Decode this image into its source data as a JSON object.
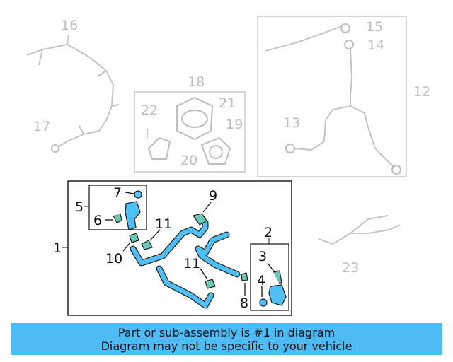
{
  "colors": {
    "hose": "#4fc0f5",
    "banner": "#4dbbf5",
    "ghost_part": "#c4c4c4",
    "clamp": "#6cc7b5"
  },
  "callouts": {
    "c16": "16",
    "c17": "17",
    "c18": "18",
    "c21": "21",
    "c22": "22",
    "c19": "19",
    "c20": "20",
    "c15": "15",
    "c14": "14",
    "c12": "12",
    "c13": "13",
    "c23": "23",
    "c1": "1",
    "c5": "5",
    "c7": "7",
    "c6": "6",
    "c9": "9",
    "c11a": "11",
    "c10": "10",
    "c11b": "11",
    "c2": "2",
    "c3": "3",
    "c4": "4",
    "c8": "8"
  },
  "banner": {
    "line1": "Part or sub-assembly is #1 in diagram",
    "line2": "Diagram may not be specific to your vehicle"
  }
}
